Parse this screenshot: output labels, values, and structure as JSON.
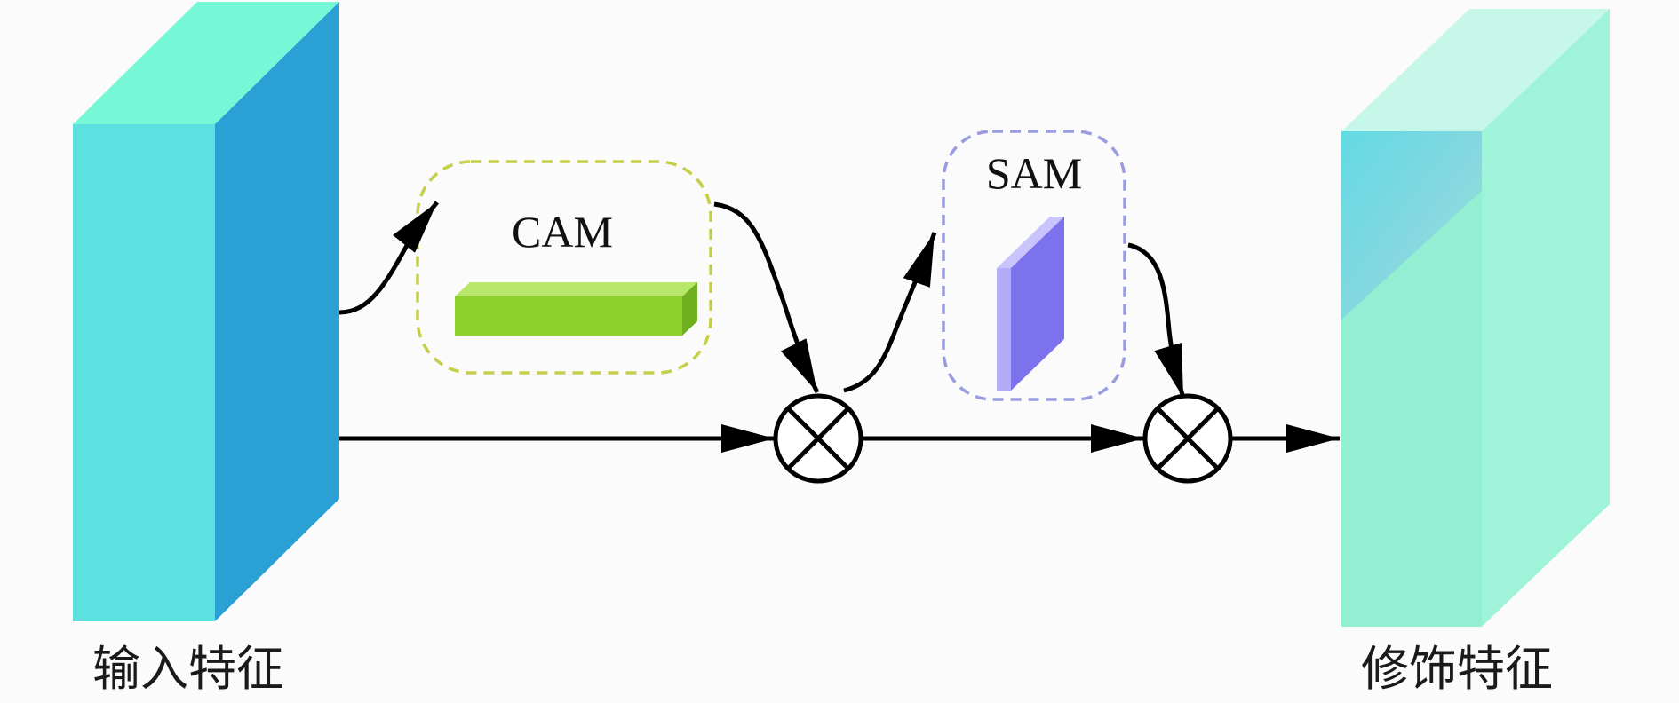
{
  "diagram": {
    "input_label": "输入特征",
    "output_label": "修饰特征",
    "cam_label": "CAM",
    "sam_label": "SAM"
  },
  "colors": {
    "input_front": "#5ce1e0",
    "input_side": "#2aa0d4",
    "input_top": "#76f7d6",
    "output_front": "#93efd2",
    "output_side": "#9ef3d8",
    "output_top": "#c7f7e8",
    "output_inner": "#5ad6e6",
    "cam_bar_front": "#8ed12c",
    "cam_bar_top": "#b8e86a",
    "cam_box_border": "#c6cf4a",
    "sam_box_border": "#9a9ce0",
    "sam_slab_front": "#7d72ee",
    "sam_slab_side": "#c9c4fb",
    "arrow": "#000000"
  },
  "icons": {
    "multiply_1": "multiply-circle-icon",
    "multiply_2": "multiply-circle-icon"
  }
}
